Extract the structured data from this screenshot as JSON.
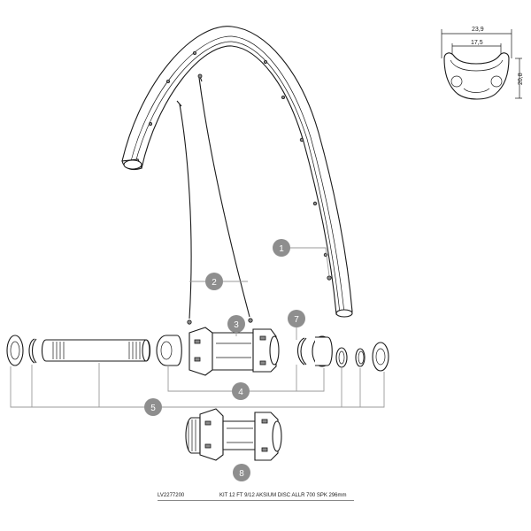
{
  "profile": {
    "outer_width": "23,9",
    "inner_width": "17,5",
    "height": "20,8"
  },
  "callouts": [
    "1",
    "2",
    "3",
    "4",
    "5",
    "7",
    "8"
  ],
  "caption": {
    "ref": "LV2277200",
    "description": "KIT 12 FT 9/12 AKSIUM DISC ALLR 700 SPK 296mm"
  },
  "colors": {
    "callout_fill": "#8e8e8e",
    "line": "#1a1a1a",
    "leader": "#9a9a9a"
  }
}
